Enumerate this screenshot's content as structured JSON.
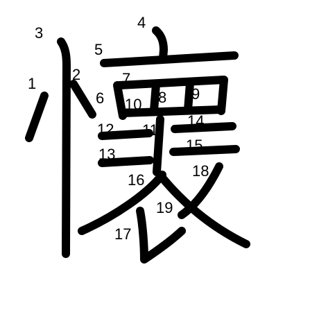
{
  "stroke_color": "#000000",
  "label_color": "#000000",
  "background": "#ffffff",
  "stroke_labels": [
    "1",
    "2",
    "3",
    "4",
    "5",
    "6",
    "7",
    "8",
    "9",
    "10",
    "11",
    "12",
    "13",
    "14",
    "15",
    "16",
    "17",
    "18",
    "19"
  ]
}
